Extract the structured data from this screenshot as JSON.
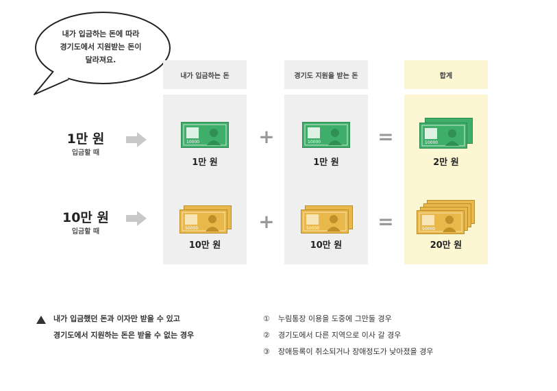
{
  "bubble": {
    "lines": [
      "내가 입금하는 돈에 따라",
      "경기도에서 지원받는 돈이",
      "달라져요."
    ]
  },
  "columns": {
    "deposit_header": "내가 입금하는 돈",
    "support_header": "경기도 지원을 받는 돈",
    "total_header": "합계"
  },
  "rows": [
    {
      "amount": "1만 원",
      "sub": "입금할 때",
      "deposit": "1만 원",
      "support": "1만 원",
      "total": "2만 원",
      "bill_value": "10000",
      "bill_color": "#3fae6a"
    },
    {
      "amount": "10만 원",
      "sub": "입금할 때",
      "deposit": "10만 원",
      "support": "10만 원",
      "total": "20만 원",
      "bill_value": "50000",
      "bill_color": "#e8b84b"
    }
  ],
  "operators": {
    "plus": "+",
    "equals": "="
  },
  "notes": {
    "warning_line1": "내가 입금했던 돈과 이자만 받을 수 있고",
    "warning_line2": "경기도에서 지원하는 돈은 받을 수 없는 경우",
    "cases": [
      {
        "num": "①",
        "text": "누림통장 이용을 도중에 그만둘 경우"
      },
      {
        "num": "②",
        "text": "경기도에서 다른 지역으로 이사 갈 경우"
      },
      {
        "num": "③",
        "text": "장애등록이 취소되거나 장애정도가 낮아졌을 경우"
      }
    ]
  },
  "colors": {
    "gray_col": "#efefef",
    "yellow_col": "#fcf6d2",
    "arrow": "#c8c8c8",
    "green_bill": "#3fae6a",
    "gold_bill": "#e8b84b"
  }
}
